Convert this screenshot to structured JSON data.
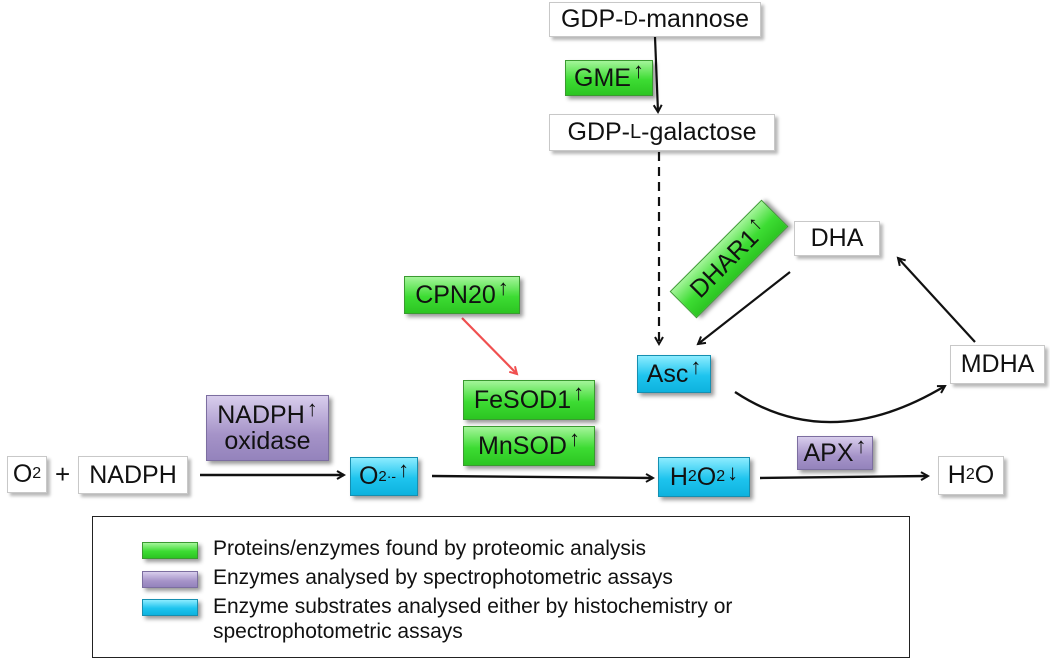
{
  "nodes": {
    "gdp_d_mannose": {
      "pre": "GDP-",
      "sc": "D",
      "post": "-mannose"
    },
    "gdp_l_galactose": {
      "pre": "GDP-",
      "sc": "L",
      "post": "-galactose"
    },
    "gme": {
      "label": "GME"
    },
    "dhar1": {
      "label": "DHAR1"
    },
    "dha": {
      "label": "DHA"
    },
    "mdha": {
      "label": "MDHA"
    },
    "cpn20": {
      "label": "CPN20"
    },
    "asc": {
      "label": "Asc"
    },
    "fesod1": {
      "label": "FeSOD1"
    },
    "mnsod": {
      "label": "MnSOD"
    },
    "nadph_oxidase": {
      "line1": "NADPH",
      "line2": "oxidase"
    },
    "o2": {
      "main": "O",
      "sub": "2"
    },
    "plus": "+",
    "nadph": {
      "label": "NADPH"
    },
    "superoxide": {
      "main": "O",
      "sub": "2",
      "sup": "·-"
    },
    "h2o2": {
      "a": "H",
      "s1": "2",
      "b": "O",
      "s2": "2"
    },
    "apx": {
      "label": "APX"
    },
    "h2o": {
      "a": "H",
      "s1": "2",
      "b": "O"
    }
  },
  "arrows_glyph": {
    "up": "↑",
    "down": "↓"
  },
  "legend": {
    "items": [
      {
        "text": "Proteins/enzymes found by proteomic analysis",
        "color": "#3ddc33"
      },
      {
        "text": "Enzymes analysed by spectrophotometric assays",
        "color": "#a593c8"
      },
      {
        "text": "Enzyme substrates analysed either by histochemistry or spectrophotometric assays",
        "color": "#1ec4ee"
      }
    ]
  },
  "colors": {
    "green": "#3ddc33",
    "purple": "#a593c8",
    "cyan": "#1ec4ee",
    "red_arrow": "#f05050"
  }
}
